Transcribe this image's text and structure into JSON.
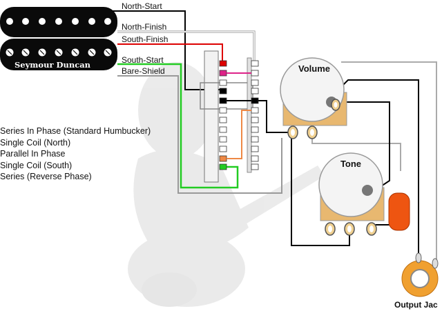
{
  "pickup": {
    "brand": "Seymour Duncan",
    "wires": [
      {
        "label": "North-Start",
        "color": "#000000"
      },
      {
        "label": "North-Finish",
        "color": "#ffffff"
      },
      {
        "label": "South-Finish",
        "color": "#dd0000"
      },
      {
        "label": "South-Start",
        "color": "#22cc22"
      },
      {
        "label": "Bare-Shield",
        "color": "#999999"
      }
    ]
  },
  "switch_positions": [
    "Series In Phase (Standard Humbucker)",
    "Single Coil (North)",
    "Parallel In Phase",
    "Single Coil (South)",
    "Series (Reverse Phase)"
  ],
  "volume_pot": {
    "label": "Volume"
  },
  "tone_pot": {
    "label": "Tone",
    "capacitor_color": "#ee5511"
  },
  "output_jack": {
    "label": "Output Jac"
  },
  "colors": {
    "ground_wire": "#aaaaaa",
    "hot_wire": "#000000",
    "pot_body": "#e8b870",
    "jack": "#f0a030",
    "pink_jumper": "#dd2288",
    "orange_jumper": "#ee8844"
  }
}
